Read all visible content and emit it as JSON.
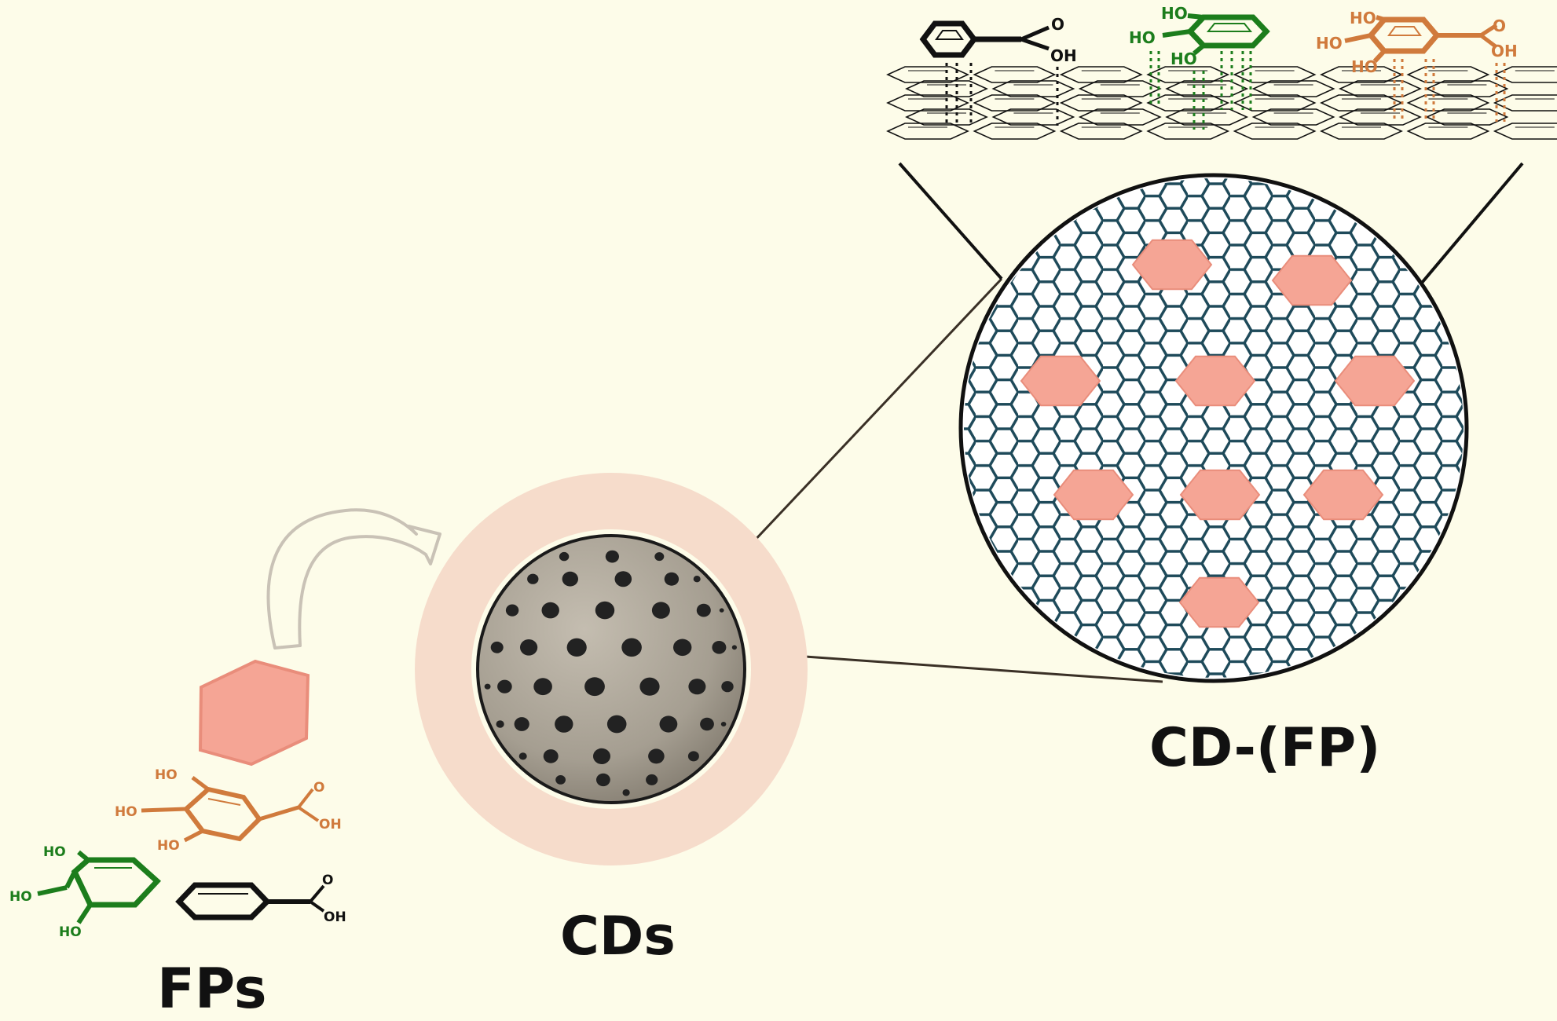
{
  "labels": {
    "fps": "FPs",
    "cds": "CDs",
    "cd_fp": "CD-(FP)"
  },
  "chem": {
    "ho": "HO",
    "oh": "OH",
    "o": "O"
  },
  "colors": {
    "background": "#fdfce9",
    "gallic_acid": "#d07a3c",
    "pyrogallol": "#1c7d1c",
    "benzoic_acid": "#111111",
    "fp_hexagon": "#f5a595",
    "lattice": "#1e4a5a",
    "sphere": "#a8a194",
    "halo": "#f6dccb"
  }
}
